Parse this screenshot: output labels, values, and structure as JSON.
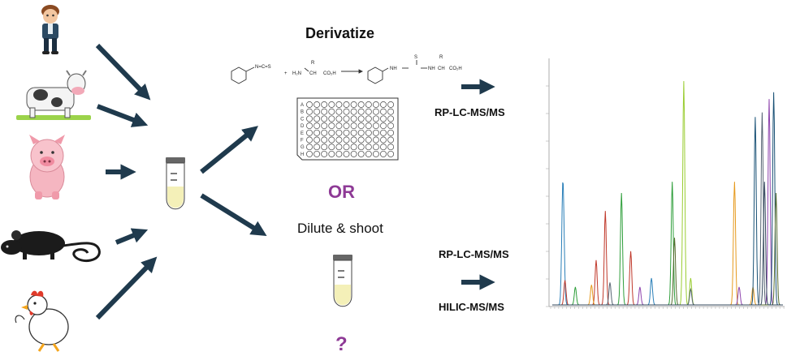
{
  "labels": {
    "derivatize": "Derivatize",
    "or": "OR",
    "dilute_shoot": "Dilute & shoot",
    "rp_top": "RP-LC-MS/MS",
    "rp_bottom": "RP-LC-MS/MS",
    "hilic": "HILIC-MS/MS",
    "question": "?"
  },
  "reaction": {
    "plus": "+",
    "reagent": "N=C=S",
    "amine": "H₂N",
    "r1": "R",
    "ch1": "CH",
    "co2h1": "CO₂H",
    "nh_a": "NH",
    "s_label": "S",
    "nh_b": "NH",
    "r2": "R",
    "ch2": "CH",
    "co2h2": "CO₂H"
  },
  "plate": {
    "rows": [
      "A",
      "B",
      "C",
      "D",
      "E",
      "F",
      "G",
      "H"
    ],
    "columns": 12
  },
  "sources": [
    "person",
    "cow",
    "pig",
    "rat",
    "chicken"
  ],
  "colors": {
    "arrow": "#1f3a4d",
    "or": "#8e3a96",
    "question": "#8e3a96",
    "sample_fill": "#f4f0b8"
  },
  "chart_data": {
    "type": "line",
    "title": "",
    "xlabel": "",
    "ylabel": "",
    "series": [
      {
        "color": "#2a7fb8",
        "peaks": [
          {
            "x": 0.045,
            "h": 0.45
          },
          {
            "x": 0.05,
            "h": 0.18
          },
          {
            "x": 0.43,
            "h": 0.12
          }
        ]
      },
      {
        "color": "#c0392b",
        "peaks": [
          {
            "x": 0.055,
            "h": 0.11
          },
          {
            "x": 0.19,
            "h": 0.2
          },
          {
            "x": 0.23,
            "h": 0.42
          },
          {
            "x": 0.34,
            "h": 0.24
          }
        ]
      },
      {
        "color": "#e69a1e",
        "peaks": [
          {
            "x": 0.17,
            "h": 0.09
          },
          {
            "x": 0.79,
            "h": 0.55
          },
          {
            "x": 0.87,
            "h": 0.08
          }
        ]
      },
      {
        "color": "#2e9e3a",
        "peaks": [
          {
            "x": 0.1,
            "h": 0.08
          },
          {
            "x": 0.3,
            "h": 0.5
          },
          {
            "x": 0.52,
            "h": 0.55
          }
        ]
      },
      {
        "color": "#9acd32",
        "peaks": [
          {
            "x": 0.57,
            "h": 1.0
          },
          {
            "x": 0.6,
            "h": 0.12
          }
        ]
      },
      {
        "color": "#8e44ad",
        "peaks": [
          {
            "x": 0.38,
            "h": 0.08
          },
          {
            "x": 0.94,
            "h": 0.92
          },
          {
            "x": 0.81,
            "h": 0.08
          }
        ]
      },
      {
        "color": "#1a5276",
        "peaks": [
          {
            "x": 0.88,
            "h": 0.84
          },
          {
            "x": 0.96,
            "h": 0.95
          }
        ]
      },
      {
        "color": "#566573",
        "peaks": [
          {
            "x": 0.25,
            "h": 0.1
          },
          {
            "x": 0.91,
            "h": 0.86
          },
          {
            "x": 0.6,
            "h": 0.07
          }
        ]
      },
      {
        "color": "#556b2f",
        "peaks": [
          {
            "x": 0.53,
            "h": 0.3
          },
          {
            "x": 0.97,
            "h": 0.5
          }
        ]
      },
      {
        "color": "#34495e",
        "peaks": [
          {
            "x": 0.92,
            "h": 0.55
          }
        ]
      }
    ]
  }
}
